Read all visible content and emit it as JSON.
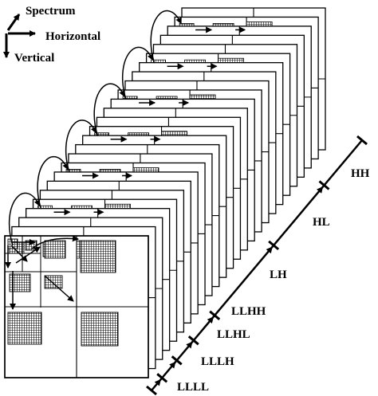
{
  "legend": {
    "spectrum": "Spectrum",
    "horizontal": "Horizontal",
    "vertical": "Vertical"
  },
  "bands": [
    "HH",
    "HL",
    "LH",
    "LLHH",
    "LLHL",
    "LLLH",
    "LLLL"
  ],
  "colors": {
    "ink": "#000000",
    "paper": "#ffffff"
  }
}
